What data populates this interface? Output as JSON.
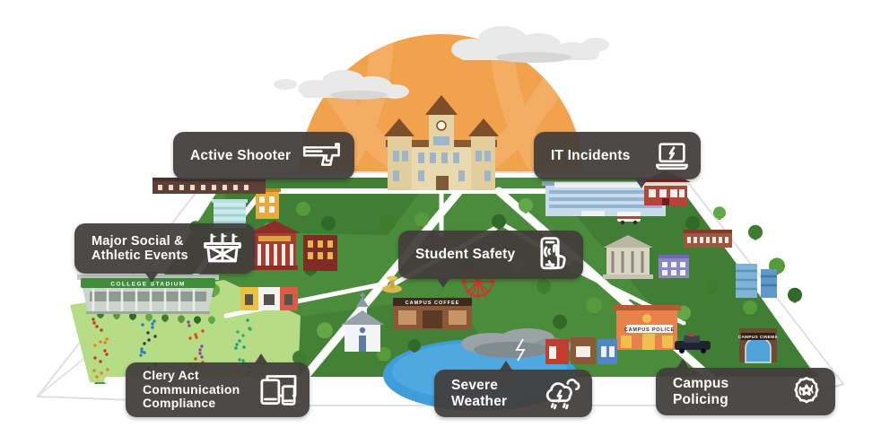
{
  "callouts": [
    {
      "id": "active-shooter",
      "label": "Active Shooter",
      "icon": "handgun-icon"
    },
    {
      "id": "it-incidents",
      "label": "IT Incidents",
      "icon": "laptop-alert-icon"
    },
    {
      "id": "major-social",
      "label": "Major Social & Athletic Events",
      "icon": "stadium-flags-icon"
    },
    {
      "id": "student-safety",
      "label": "Student Safety",
      "icon": "phone-tap-icon"
    },
    {
      "id": "clery-act",
      "label": "Clery Act Communication Compliance",
      "icon": "multi-device-icon"
    },
    {
      "id": "severe-weather",
      "label": "Severe Weather",
      "icon": "storm-cloud-icon"
    },
    {
      "id": "campus-policing",
      "label": "Campus Policing",
      "icon": "police-badge-icon"
    }
  ],
  "scene": {
    "stadium_banner": "COLLEGE STADIUM",
    "police_banner": "CAMPUS POLICE",
    "coffee_banner": "CAMPUS COFFEE",
    "cinema_banner": "CAMPUS CINEMA"
  },
  "colors": {
    "callout_bg": "#423E3B",
    "callout_text": "#FFFFFF",
    "sun": "#F2A14C",
    "sun_swirl": "#F5B168",
    "grass": "#4A8C3C",
    "grass_dark": "#3C7631",
    "lawn": "#B6DC85",
    "pond": "#3F9DD9",
    "road": "#FFFFFF",
    "paper_edge": "#E0E0E0"
  }
}
